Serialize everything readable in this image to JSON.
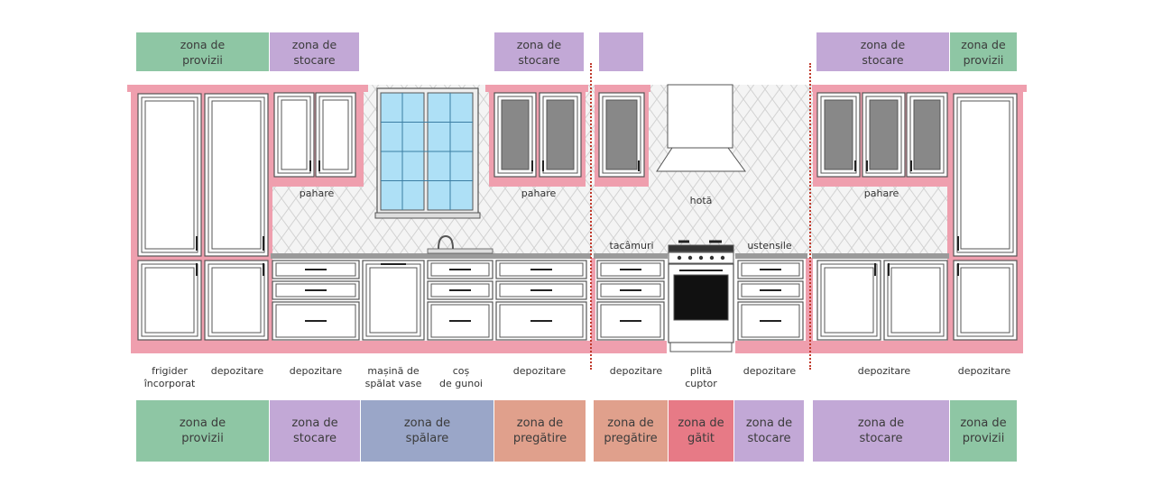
{
  "colors": {
    "provizii": "#8ec6a4",
    "stocare": "#c2a8d6",
    "spalare": "#9aa6c8",
    "pregatire": "#e0a08c",
    "gatit": "#e77a86",
    "cabinet_pink": "#ef9fae",
    "cabinet_fill": "#ffffff",
    "cabinet_stroke": "#555555",
    "glass": "#888888",
    "window": "#aee0f6",
    "divider": "#c0392b"
  },
  "top_zones": [
    {
      "text": "zona de\nprovizii",
      "type": "provizii"
    },
    {
      "text": "zona de\nstocare",
      "type": "stocare"
    },
    {
      "text": "zona de\nstocare",
      "type": "stocare"
    },
    {
      "text": "",
      "type": "stocare"
    },
    {
      "text": "zona de\nstocare",
      "type": "stocare"
    },
    {
      "text": "zona de\nprovizii",
      "type": "provizii"
    }
  ],
  "bottom_zones": [
    {
      "text": "zona de\nprovizii",
      "type": "provizii"
    },
    {
      "text": "zona de\nstocare",
      "type": "stocare"
    },
    {
      "text": "zona de\nspălare",
      "type": "spalare"
    },
    {
      "text": "zona de\npregătire",
      "type": "pregatire"
    },
    {
      "text": "zona de\npregătire",
      "type": "pregatire"
    },
    {
      "text": "zona de\ngătit",
      "type": "gatit"
    },
    {
      "text": "zona de\nstocare",
      "type": "stocare"
    },
    {
      "text": "zona de\nstocare",
      "type": "stocare"
    },
    {
      "text": "zona de\nprovizii",
      "type": "provizii"
    }
  ],
  "upper_labels": [
    {
      "text": "pahare"
    },
    {
      "text": "pahare"
    },
    {
      "text": "hotă"
    },
    {
      "text": "pahare"
    }
  ],
  "counter_labels": [
    {
      "text": "tacâmuri"
    },
    {
      "text": "ustensile"
    }
  ],
  "base_labels": [
    {
      "text": "frigider\nîncorporat"
    },
    {
      "text": "depozitare"
    },
    {
      "text": "depozitare"
    },
    {
      "text": "mașină de\nspălat vase"
    },
    {
      "text": "coș\nde gunoi"
    },
    {
      "text": "depozitare"
    },
    {
      "text": "depozitare"
    },
    {
      "text": "plită\ncuptor"
    },
    {
      "text": "depozitare"
    },
    {
      "text": "depozitare"
    },
    {
      "text": "depozitare"
    }
  ]
}
